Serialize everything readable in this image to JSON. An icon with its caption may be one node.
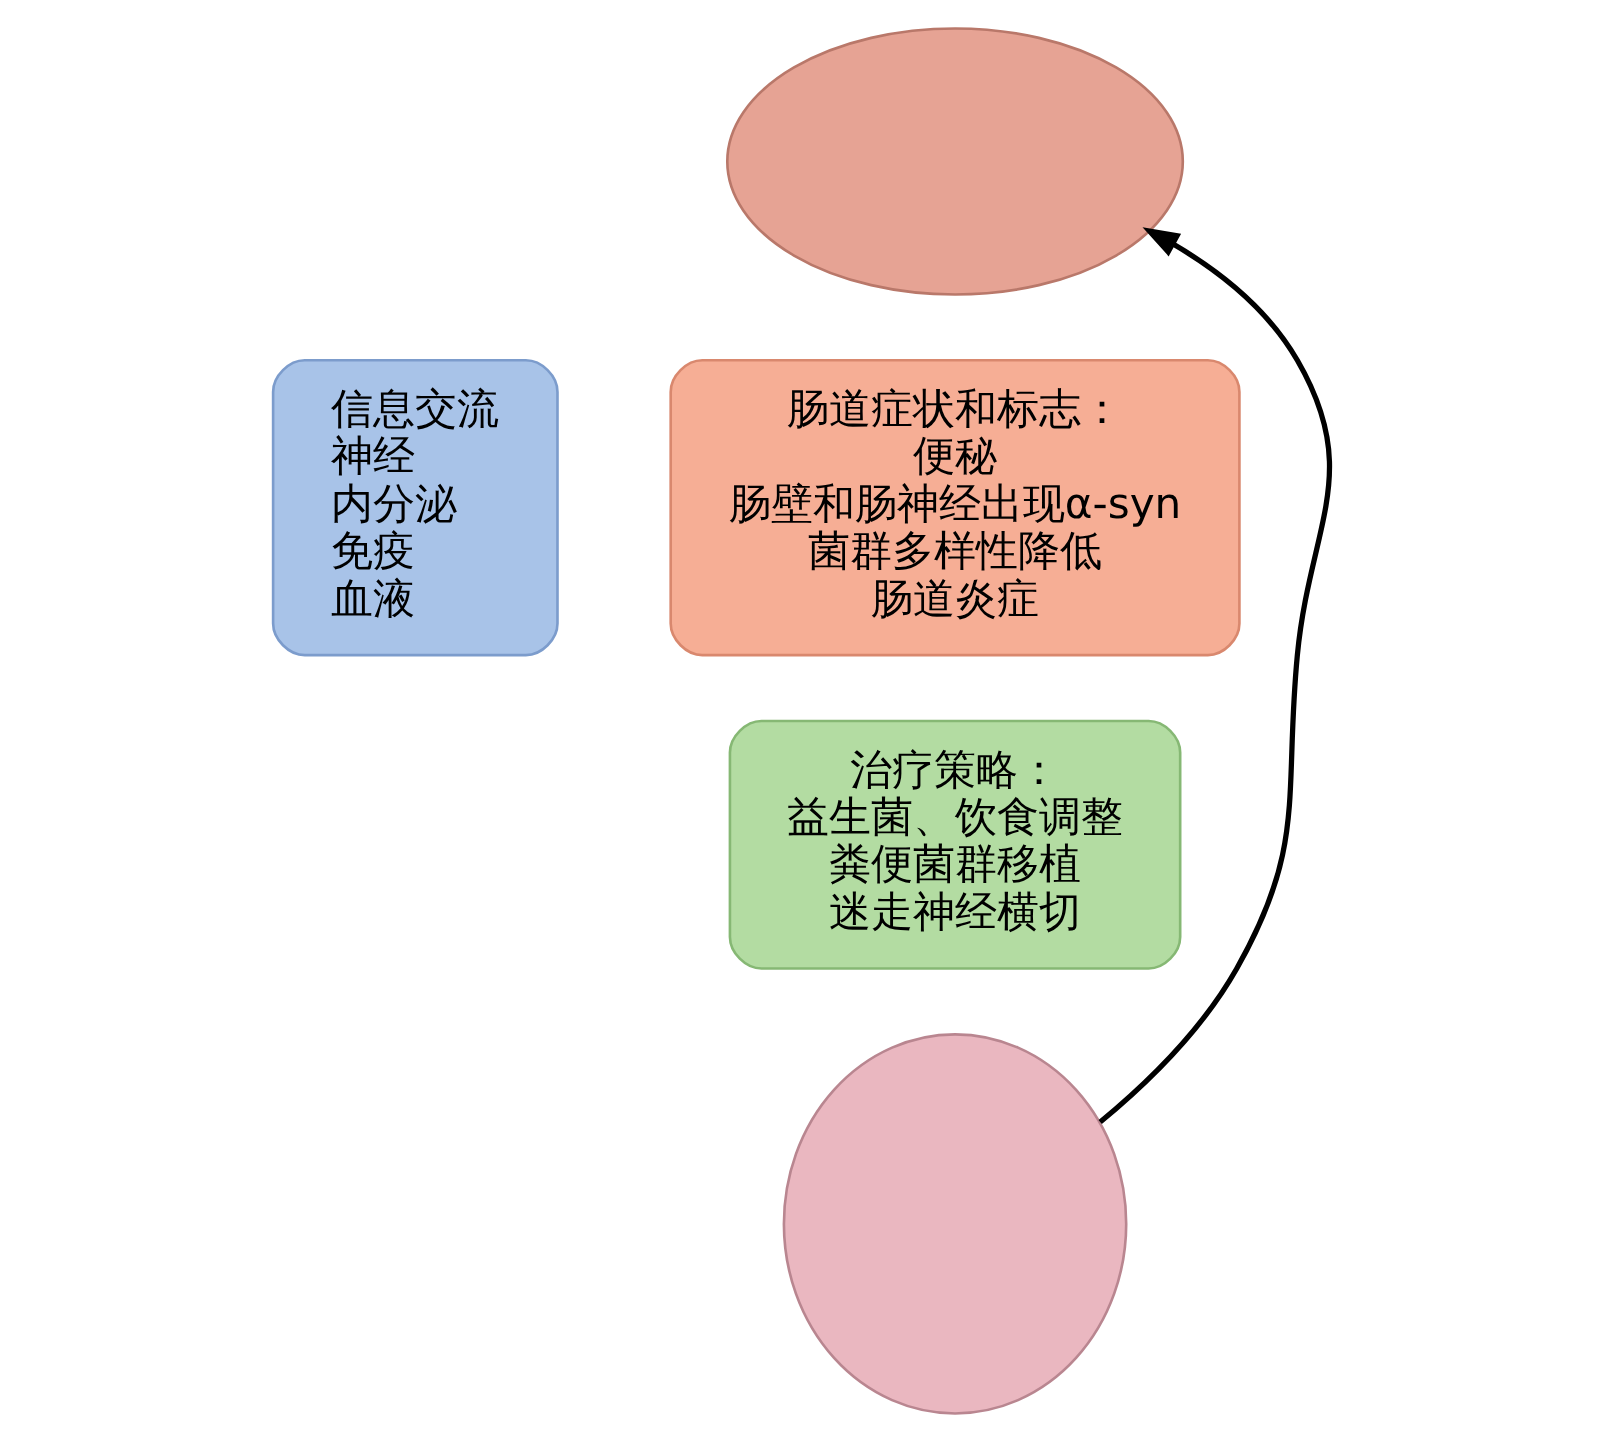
{
  "diagram": {
    "nodes": [
      {
        "text": [],
        "shape": "circle"
      },
      {
        "text": [
          "信息交流",
          "神经",
          "内分泌",
          "免疫",
          "血液"
        ]
      },
      {
        "text": [
          "肠道症状和标志：",
          "便秘",
          "肠壁和肠神经出现α-syn",
          "菌群多样性降低",
          "肠道炎症"
        ]
      },
      {
        "text": [
          "治疗策略：",
          "益生菌、饮食调整",
          "粪便菌群移植",
          "迷走神经横切"
        ]
      },
      {
        "text": [],
        "shape": "circle"
      }
    ],
    "edges": [
      {
        "from": 4,
        "to": 0,
        "arrow": "to"
      }
    ]
  }
}
